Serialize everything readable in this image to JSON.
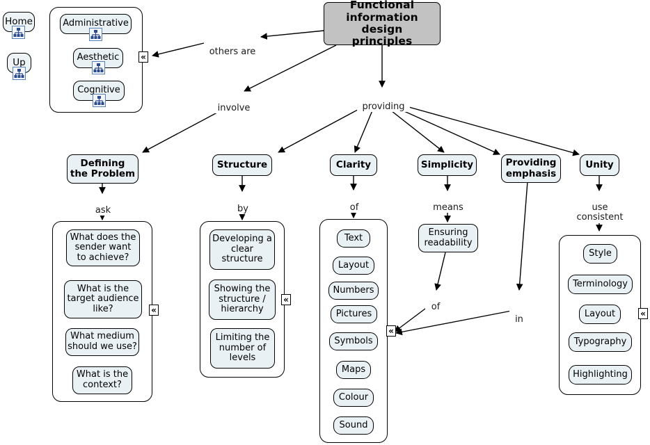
{
  "app": {
    "type": "concept-map",
    "title": "Functional information design principles",
    "background": "#ffffff",
    "colors": {
      "root_fill": "#c2c2c2",
      "node_fill": "#e9f1f4",
      "node_stroke": "#000000",
      "icon_blue": "#2b4a8b",
      "icon_border": "#5580b8"
    }
  },
  "nav": {
    "home_label": "Home",
    "up_label": "Up",
    "icon": "cmap-tree-icon"
  },
  "root": {
    "label": "Functional\ninformation design\nprinciples"
  },
  "edge_labels": {
    "others_are": "others are",
    "involve": "involve",
    "providing": "providing",
    "ask": "ask",
    "by": "by",
    "of_clarity": "of",
    "means": "means",
    "use_consistent": "use\nconsistent",
    "of_readability": "of",
    "in_emphasis": "in"
  },
  "collapse_marker": "«",
  "groups": [
    {
      "name": "others-are-group",
      "items": [
        {
          "label": "Administrative",
          "icon": "cmap-tree-icon"
        },
        {
          "label": "Aesthetic",
          "icon": "cmap-tree-icon"
        },
        {
          "label": "Cognitive",
          "icon": "cmap-tree-icon"
        }
      ]
    },
    {
      "name": "defining-the-problem-group",
      "parent": "Defining\nthe Problem",
      "items": [
        {
          "label": "What does the\nsender want\nto achieve?"
        },
        {
          "label": "What is the\ntarget audience\nlike?"
        },
        {
          "label": "What medium\nshould we use?"
        },
        {
          "label": "What is the\ncontext?"
        }
      ]
    },
    {
      "name": "structure-group",
      "parent": "Structure",
      "items": [
        {
          "label": "Developing a\nclear\nstructure"
        },
        {
          "label": "Showing the\nstructure /\nhierarchy"
        },
        {
          "label": "Limiting the\nnumber of\nlevels"
        }
      ]
    },
    {
      "name": "clarity-group",
      "parent": "Clarity",
      "items": [
        {
          "label": "Text"
        },
        {
          "label": "Layout"
        },
        {
          "label": "Numbers"
        },
        {
          "label": "Pictures"
        },
        {
          "label": "Symbols"
        },
        {
          "label": "Maps"
        },
        {
          "label": "Colour"
        },
        {
          "label": "Sound"
        }
      ]
    },
    {
      "name": "unity-group",
      "parent": "Unity",
      "items": [
        {
          "label": "Style"
        },
        {
          "label": "Terminology"
        },
        {
          "label": "Layout"
        },
        {
          "label": "Typography"
        },
        {
          "label": "Highlighting"
        }
      ]
    }
  ],
  "level2": {
    "defining": "Defining\nthe Problem",
    "structure": "Structure",
    "clarity": "Clarity",
    "simplicity": "Simplicity",
    "providing_emphasis": "Providing\nemphasis",
    "unity": "Unity"
  },
  "simplicity_child": "Ensuring\nreadability"
}
